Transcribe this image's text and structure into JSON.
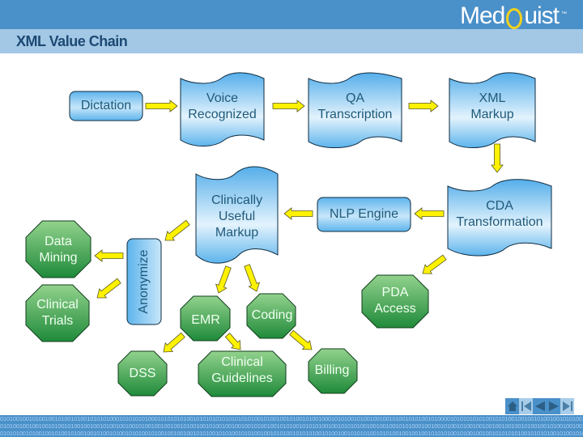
{
  "header": {
    "logo_text_left": "Med",
    "logo_text_right": "uist",
    "logo_trademark": "™",
    "brand_color": "#4a90c9",
    "logo_accent_color": "#f2d21c"
  },
  "slide": {
    "title": "XML Value Chain"
  },
  "diagram": {
    "nodes": {
      "dictation": "Dictation",
      "voice_recognized": [
        "Voice",
        "Recognized"
      ],
      "qa_transcription": [
        "QA",
        "Transcription"
      ],
      "xml_markup": [
        "XML",
        "Markup"
      ],
      "cda_transformation": [
        "CDA",
        "Transformation"
      ],
      "nlp_engine": "NLP Engine",
      "clinically_useful_markup": [
        "Clinically",
        "Useful",
        "Markup"
      ],
      "anonymize": "Anonymize",
      "data_mining": [
        "Data",
        "Mining"
      ],
      "clinical_trials": [
        "Clinical",
        "Trials"
      ],
      "emr": "EMR",
      "coding": "Coding",
      "pda_access": [
        "PDA",
        "Access"
      ],
      "dss": "DSS",
      "clinical_guidelines": [
        "Clinical",
        "Guidelines"
      ],
      "billing": "Billing"
    },
    "edges": [
      [
        "Dictation",
        "Voice Recognized"
      ],
      [
        "Voice Recognized",
        "QA Transcription"
      ],
      [
        "QA Transcription",
        "XML Markup"
      ],
      [
        "XML Markup",
        "CDA Transformation"
      ],
      [
        "CDA Transformation",
        "NLP Engine"
      ],
      [
        "NLP Engine",
        "Clinically Useful Markup"
      ],
      [
        "CDA Transformation",
        "PDA Access"
      ],
      [
        "Clinically Useful Markup",
        "Anonymize"
      ],
      [
        "Anonymize",
        "Data Mining"
      ],
      [
        "Anonymize",
        "Clinical Trials"
      ],
      [
        "Clinically Useful Markup",
        "EMR"
      ],
      [
        "Clinically Useful Markup",
        "Coding"
      ],
      [
        "EMR",
        "DSS"
      ],
      [
        "EMR",
        "Clinical Guidelines"
      ],
      [
        "Coding",
        "Billing"
      ]
    ],
    "colors": {
      "process_fill_top": "#5db4ec",
      "process_fill_bottom": "#e3f3fd",
      "output_fill_top": "#8fd08a",
      "output_fill_bottom": "#1f8a3a",
      "arrow_fill": "#fff200"
    }
  },
  "footer": {
    "binary_lines": [
      "0101001001010010010100101001010101000101010101000101010101001010101010101010101001010010010100101001000101010010100100100101001010100101000010101010101001010100100100101001001010100101010010101010",
      "0101001001001001010010100100100101001001001010010010010010100100101001001001001010010010101001010101001001010101001001001001010100010010010100101001001001001001001010010010100100100101001001001010",
      "0101010010100100101001010010010100101001010100101001001001001010100101010010101001001010100101010100101001001010101001010100100100100101010100101001001001010101010010101010010100101001010101001010"
    ],
    "nav_buttons": [
      "home-icon",
      "first-slide-icon",
      "previous-slide-icon",
      "next-slide-icon",
      "last-slide-icon"
    ]
  }
}
